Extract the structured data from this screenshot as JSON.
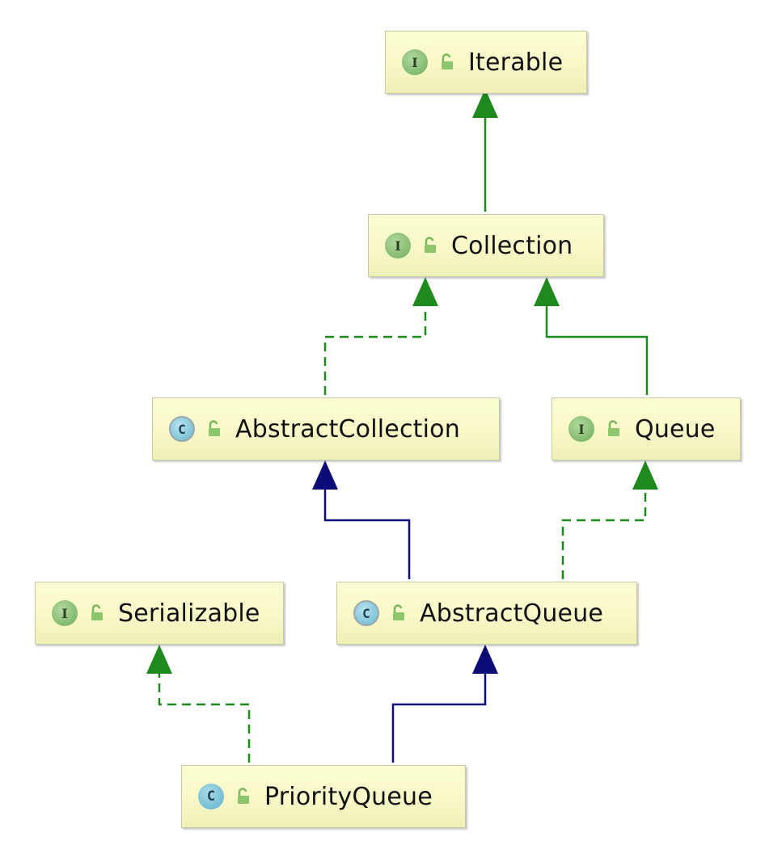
{
  "nodes": [
    {
      "id": "iterable",
      "kind": "interface",
      "badge": "I",
      "label": "Iterable"
    },
    {
      "id": "collection",
      "kind": "interface",
      "badge": "I",
      "label": "Collection"
    },
    {
      "id": "abstract-collection",
      "kind": "abstract-class",
      "badge": "C",
      "label": "AbstractCollection"
    },
    {
      "id": "queue",
      "kind": "interface",
      "badge": "I",
      "label": "Queue"
    },
    {
      "id": "serializable",
      "kind": "interface",
      "badge": "I",
      "label": "Serializable"
    },
    {
      "id": "abstract-queue",
      "kind": "abstract-class",
      "badge": "C",
      "label": "AbstractQueue"
    },
    {
      "id": "priority-queue",
      "kind": "class",
      "badge": "C",
      "label": "PriorityQueue"
    }
  ],
  "edges": [
    {
      "from": "collection",
      "to": "iterable",
      "relation": "extends-interface",
      "style": "solid",
      "color": "#1e8a1e"
    },
    {
      "from": "abstract-collection",
      "to": "collection",
      "relation": "implements",
      "style": "dashed",
      "color": "#1e8a1e"
    },
    {
      "from": "queue",
      "to": "collection",
      "relation": "extends-interface",
      "style": "solid",
      "color": "#1e8a1e"
    },
    {
      "from": "abstract-queue",
      "to": "abstract-collection",
      "relation": "extends-class",
      "style": "solid",
      "color": "#0c0c78"
    },
    {
      "from": "abstract-queue",
      "to": "queue",
      "relation": "implements",
      "style": "dashed",
      "color": "#1e8a1e"
    },
    {
      "from": "priority-queue",
      "to": "serializable",
      "relation": "implements",
      "style": "dashed",
      "color": "#1e8a1e"
    },
    {
      "from": "priority-queue",
      "to": "abstract-queue",
      "relation": "extends-class",
      "style": "solid",
      "color": "#0c0c78"
    }
  ],
  "icons": {
    "interface": "interface-icon",
    "class": "class-icon",
    "abstract-class": "abstract-class-icon",
    "visibility": "public-unlock-icon"
  }
}
